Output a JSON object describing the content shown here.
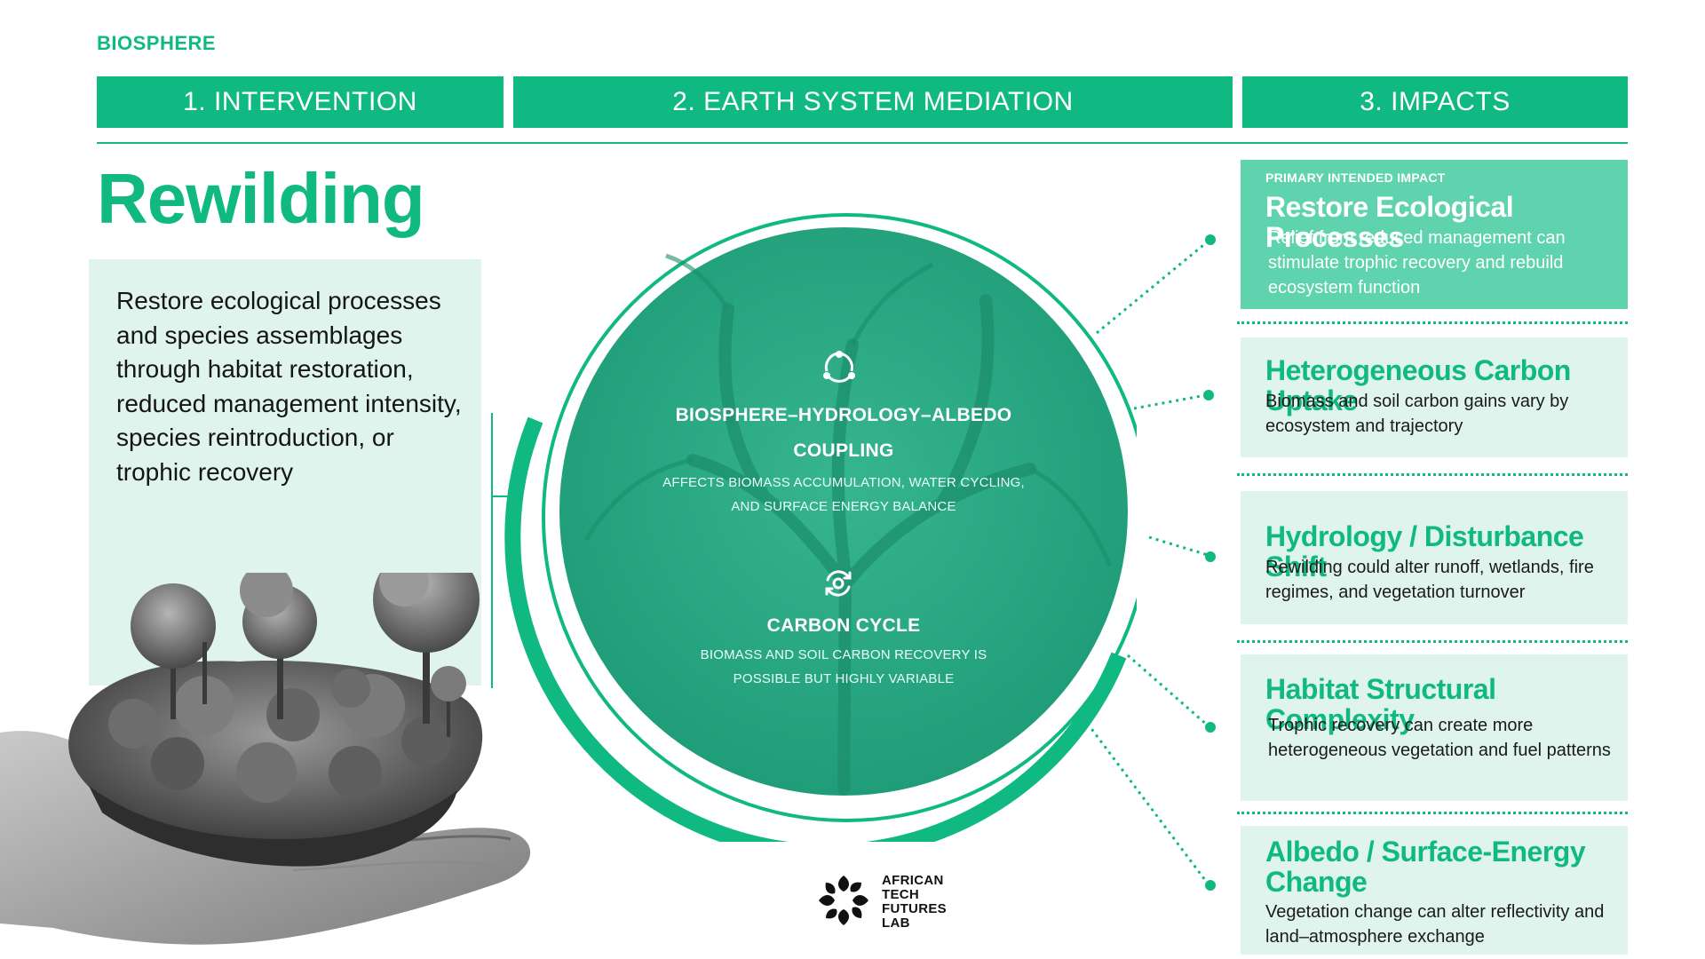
{
  "section_tag": "BIOSPHERE",
  "stages": [
    {
      "label": "1. INTERVENTION"
    },
    {
      "label": "2. EARTH SYSTEM MEDIATION"
    },
    {
      "label": "3. IMPACTS"
    }
  ],
  "intervention": {
    "title": "Rewilding",
    "description": "Restore ecological processes and species assemblages through habitat restoration, reduced management intensity, species reintroduction, or trophic recovery"
  },
  "mediation": {
    "processes": [
      {
        "icon": "cycle-arrows-icon",
        "title_line1": "BIOSPHERE–HYDROLOGY–ALBEDO",
        "title_line2": "COUPLING",
        "desc_line1": "AFFECTS BIOMASS ACCUMULATION, WATER CYCLING,",
        "desc_line2": "AND SURFACE ENERGY BALANCE"
      },
      {
        "icon": "refresh-cycle-icon",
        "title_line1": "CARBON CYCLE",
        "desc_line1": "BIOMASS AND SOIL CARBON RECOVERY IS",
        "desc_line2": "POSSIBLE BUT HIGHLY VARIABLE"
      }
    ]
  },
  "impacts": [
    {
      "eyebrow": "PRIMARY INTENDED IMPACT",
      "title": "Restore Ecological Processes",
      "description": "Relief from reduced management can stimulate trophic recovery and rebuild ecosystem function"
    },
    {
      "title": "Heterogeneous Carbon Uptake",
      "description": "Biomass and soil carbon gains vary by ecosystem and trajectory"
    },
    {
      "title": "Hydrology / Disturbance Shift",
      "description": "Rewilding could alter runoff, wetlands, fire regimes, and vegetation turnover"
    },
    {
      "title": "Habitat Structural Complexity",
      "description": "Trophic recovery can create more heterogeneous vegetation and fuel patterns"
    },
    {
      "title_line1": "Albedo / Surface-Energy",
      "title_line2": "Change",
      "description": "Vegetation change can alter reflectivity and land–atmosphere exchange"
    }
  ],
  "logo": {
    "line1": "AFRICAN",
    "line2": "TECH",
    "line3": "FUTURES",
    "line4": "LAB"
  },
  "colors": {
    "accent": "#10b981",
    "primary_impact_bg": "#5fd3ae",
    "panel_bg": "#dff4ec",
    "circle_fill": "#2fa985"
  }
}
